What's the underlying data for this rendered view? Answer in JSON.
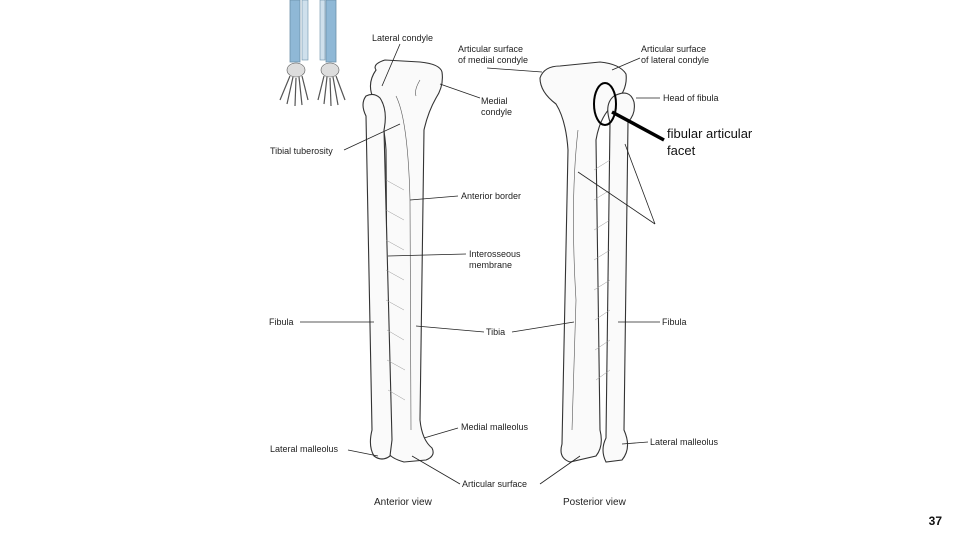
{
  "labels": {
    "lateral_condyle": "Lateral condyle",
    "articular_surface_medial_condyle": "Articular surface\nof medial condyle",
    "articular_surface_lateral_condyle": "Articular surface\nof lateral condyle",
    "medial_condyle": "Medial\ncondyle",
    "head_of_fibula": "Head of fibula",
    "tibial_tuberosity": "Tibial tuberosity",
    "anterior_border": "Anterior border",
    "interosseous_membrane": "Interosseous\nmembrane",
    "fibula_left": "Fibula",
    "tibia": "Tibia",
    "fibula_right": "Fibula",
    "medial_malleolus": "Medial malleolus",
    "lateral_malleolus_left": "Lateral malleolus",
    "lateral_malleolus_right": "Lateral malleolus",
    "articular_surface": "Articular surface",
    "anterior_view": "Anterior view",
    "posterior_view": "Posterior view"
  },
  "annotation": "fibular articular\nfacet",
  "page_number": "37",
  "colors": {
    "skeleton_highlight": "#8fb8d6",
    "annotation_circle": "#000000"
  }
}
